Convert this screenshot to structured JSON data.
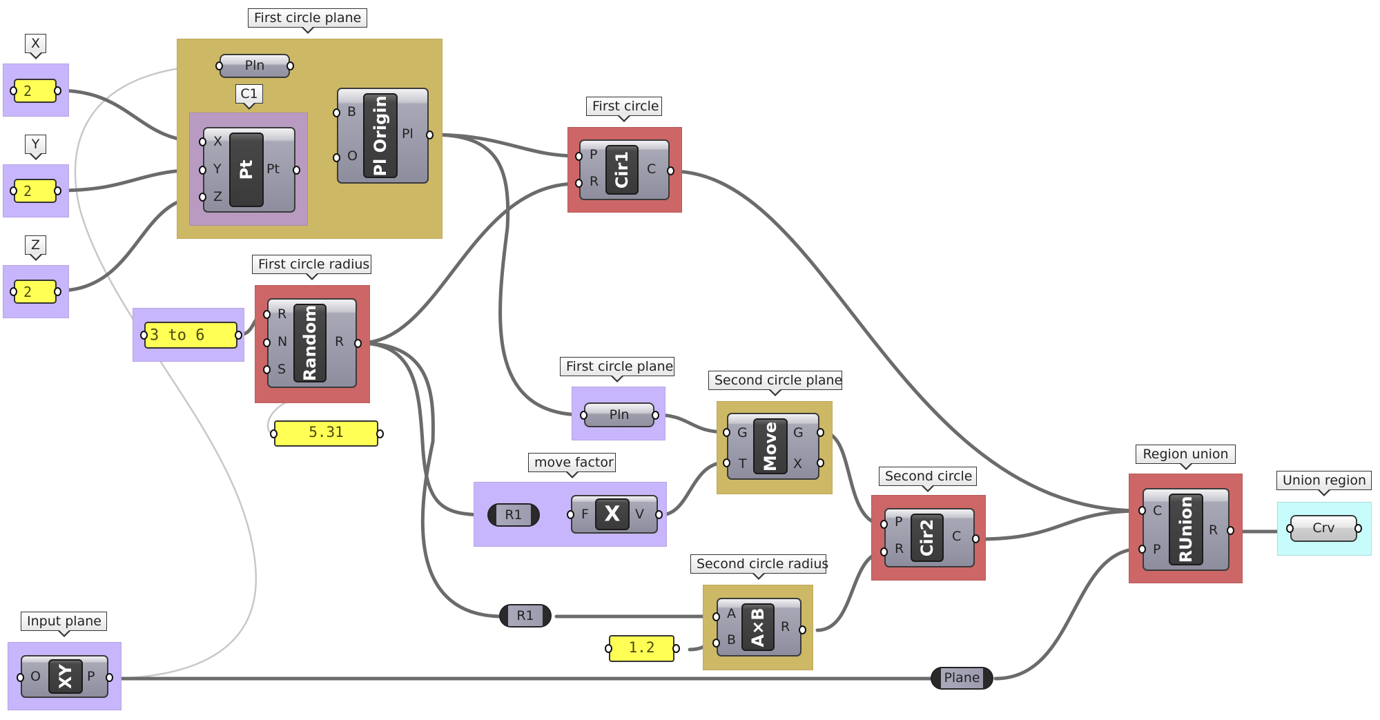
{
  "canvas": {
    "colors": {
      "group_purple": "#c8b6fc",
      "group_gold": "#cdb866",
      "group_red": "#cd6767",
      "group_cyan": "#c8fcfc",
      "group_mauve": "#b99bc2",
      "slider_yellow": "#ffff55",
      "wire": "#6b6b6b"
    }
  },
  "groups": {
    "x": {
      "label": "X"
    },
    "y": {
      "label": "Y"
    },
    "z": {
      "label": "Z"
    },
    "first_circle_plane": {
      "label": "First circle plane"
    },
    "c1": {
      "label": "C1"
    },
    "first_circle": {
      "label": "First circle"
    },
    "first_circle_radius": {
      "label": "First circle radius"
    },
    "first_circle_plane_ref": {
      "label": "First circle plane"
    },
    "second_circle_plane": {
      "label": "Second circle plane"
    },
    "move_factor": {
      "label": "move factor"
    },
    "second_circle": {
      "label": "Second circle"
    },
    "second_circle_radius": {
      "label": "Second circle radius"
    },
    "input_plane": {
      "label": "Input plane"
    },
    "region_union": {
      "label": "Region union"
    },
    "union_region": {
      "label": "Union region"
    }
  },
  "sliders": {
    "x": {
      "value": "2"
    },
    "y": {
      "value": "2"
    },
    "z": {
      "value": "2"
    },
    "range": {
      "value": "3 to 6"
    }
  },
  "panels": {
    "random_output": {
      "value": "5.31"
    },
    "factor": {
      "value": "1.2"
    }
  },
  "params": {
    "pln_top": {
      "label": "Pln"
    },
    "pln_lower": {
      "label": "Pln"
    },
    "crv": {
      "label": "Crv"
    }
  },
  "relays": {
    "r1_a": {
      "label": "R1"
    },
    "r1_b": {
      "label": "R1"
    },
    "plane": {
      "label": "Plane"
    }
  },
  "components": {
    "pt": {
      "name": "Pt",
      "inputs": [
        "X",
        "Y",
        "Z"
      ],
      "outputs": [
        "Pt"
      ]
    },
    "pl_origin": {
      "name": "Pl Origin",
      "inputs": [
        "B",
        "O"
      ],
      "outputs": [
        "Pl"
      ]
    },
    "cir1": {
      "name": "Cir1",
      "inputs": [
        "P",
        "R"
      ],
      "outputs": [
        "C"
      ]
    },
    "random": {
      "name": "Random",
      "inputs": [
        "R",
        "N",
        "S"
      ],
      "outputs": [
        "R"
      ]
    },
    "move": {
      "name": "Move",
      "inputs": [
        "G",
        "T"
      ],
      "outputs": [
        "G",
        "X"
      ]
    },
    "unit_x": {
      "name": "X",
      "inputs": [
        "F"
      ],
      "outputs": [
        "V"
      ]
    },
    "cir2": {
      "name": "Cir2",
      "inputs": [
        "P",
        "R"
      ],
      "outputs": [
        "C"
      ]
    },
    "multiply": {
      "name": "A×B",
      "inputs": [
        "A",
        "B"
      ],
      "outputs": [
        "R"
      ]
    },
    "xy_plane": {
      "name": "XY",
      "inputs": [
        "O"
      ],
      "outputs": [
        "P"
      ]
    },
    "runion": {
      "name": "RUnion",
      "inputs": [
        "C",
        "P"
      ],
      "outputs": [
        "R"
      ]
    }
  }
}
